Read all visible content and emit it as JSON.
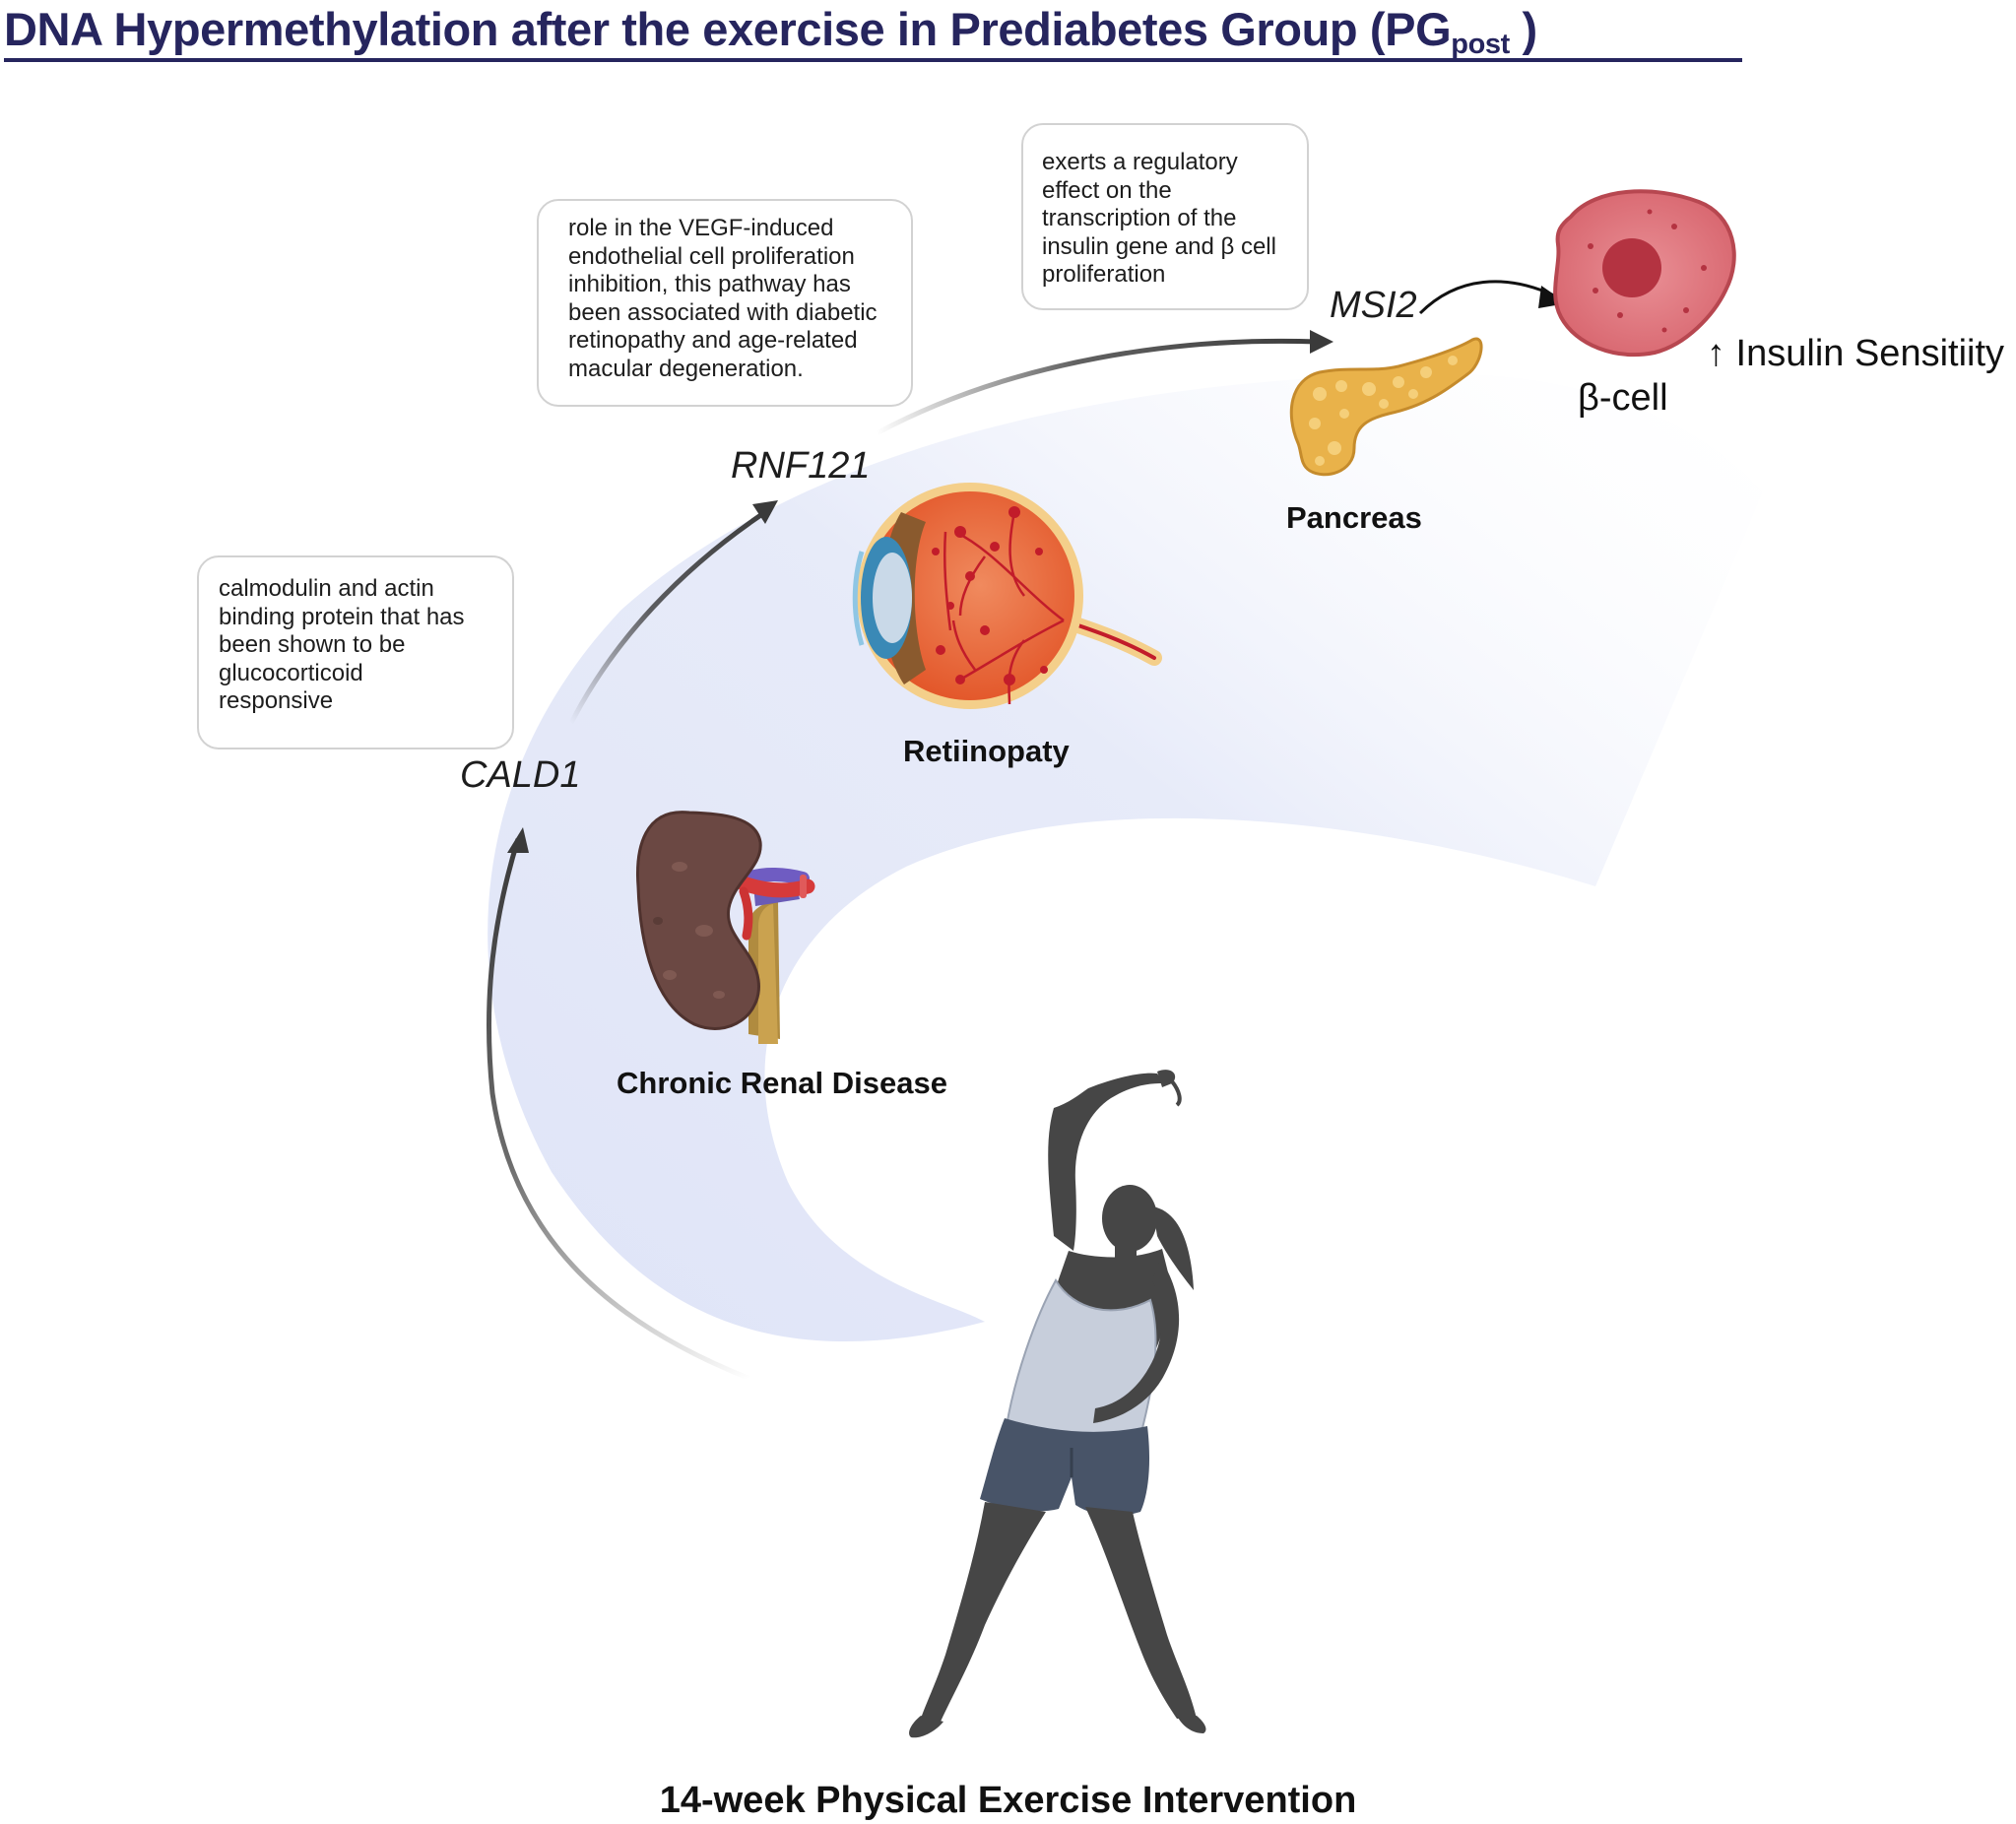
{
  "title": {
    "main": "DNA Hypermethylation after the exercise in Prediabetes Group (PG",
    "subscript": "post",
    "closing": " )"
  },
  "genes": {
    "cald1": "CALD1",
    "rnf121": "RNF121",
    "msi2": "MSI2"
  },
  "notes": {
    "cald1": [
      "calmodulin and actin",
      "binding protein that has",
      "been shown to be",
      "glucocorticoid",
      "responsive"
    ],
    "rnf121": [
      "role in the VEGF-induced",
      "endothelial cell proliferation",
      "inhibition, this pathway has",
      "been associated with diabetic",
      "retinopathy and age-related",
      "macular degeneration."
    ],
    "msi2": [
      "exerts a regulatory",
      "effect on the",
      "transcription of the",
      "insulin gene and β cell",
      "proliferation"
    ]
  },
  "organs": {
    "kidney": "Chronic Renal Disease",
    "eye": "Retiinopaty",
    "pancreas": "Pancreas",
    "bcell": "β-cell"
  },
  "outcome": "↑ Insulin Sensitiity",
  "intervention": "14-week Physical Exercise Intervention",
  "icons": [
    "kidney-icon",
    "eye-icon",
    "pancreas-icon",
    "beta-cell-icon",
    "exercising-woman-icon",
    "arrow-icon"
  ],
  "colors": {
    "title": "#26255e",
    "crescent": "#e2e6f8",
    "arrow": "#3a3a3a",
    "kidney": "#6e4a45",
    "eye": "#e5572d",
    "pancreas": "#e8b24a",
    "beta_cell": "#d96c74",
    "figure": "#464646",
    "tank_top": "#c5ccd8",
    "shorts": "#485468"
  }
}
